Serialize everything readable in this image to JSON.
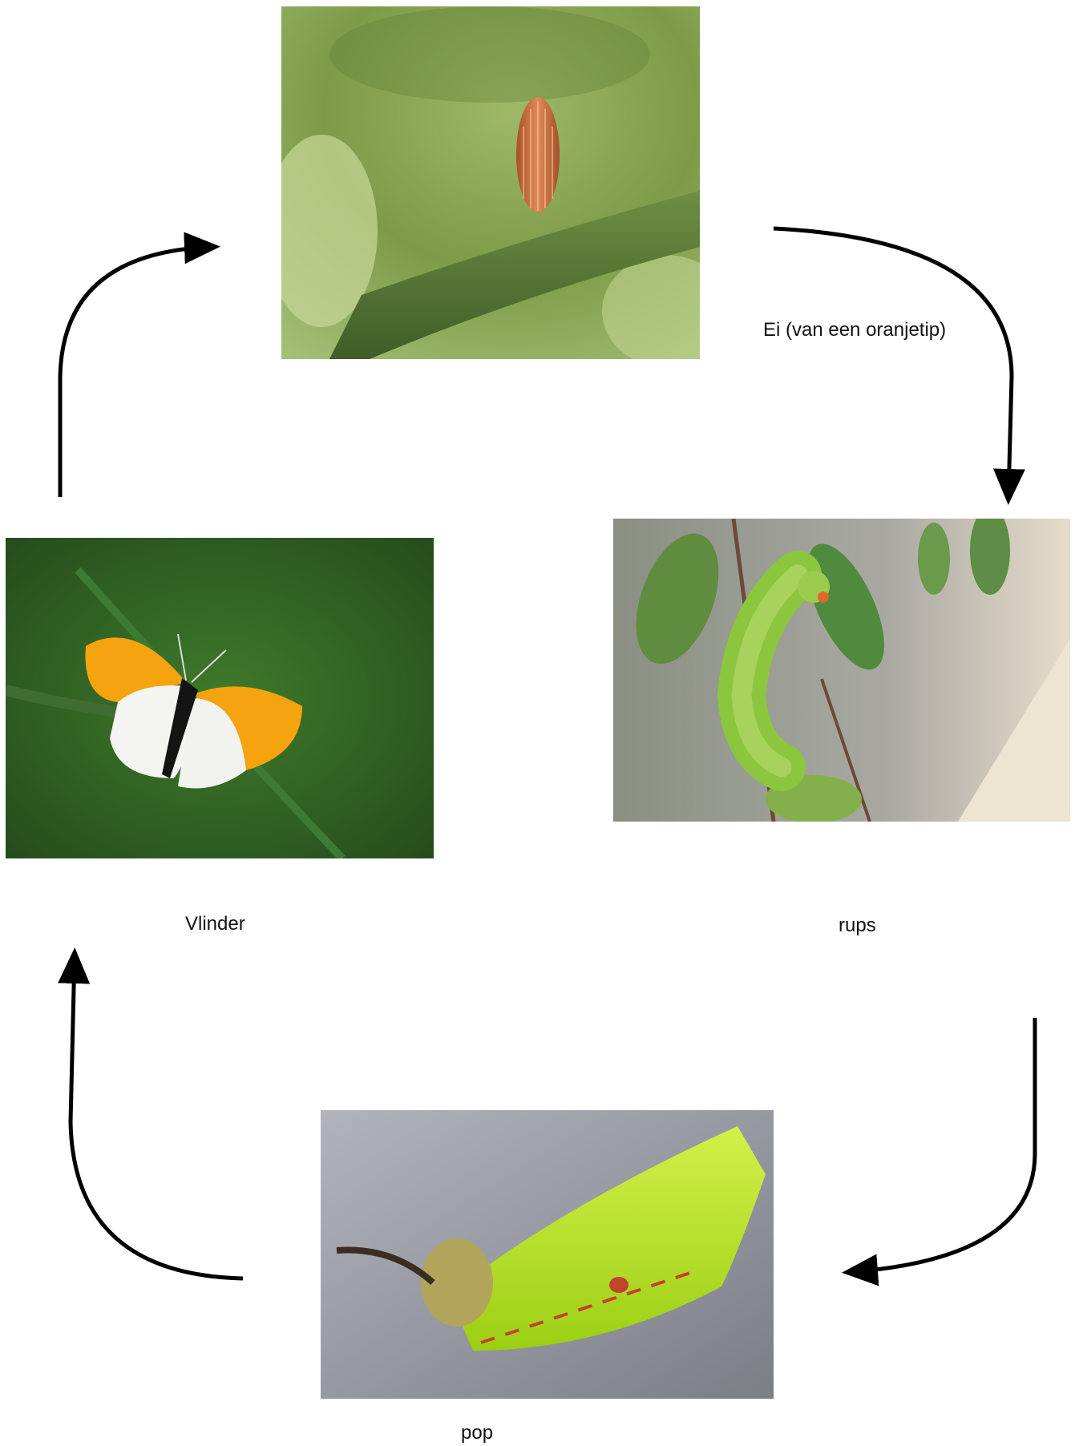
{
  "diagram": {
    "stages": [
      {
        "id": "egg",
        "label": "Ei (van een oranjetip)",
        "image": "butterfly-egg-on-stem-photo"
      },
      {
        "id": "caterpillar",
        "label": "rups",
        "image": "green-caterpillar-on-branch-photo"
      },
      {
        "id": "pupa",
        "label": "pop",
        "image": "green-pupa-photo"
      },
      {
        "id": "butterfly",
        "label": "Vlinder",
        "image": "orange-tip-butterfly-photo"
      }
    ],
    "arrow_color": "#000000",
    "accent_colors": {
      "egg": "#c8703e",
      "caterpillar": "#8cc63f",
      "pupa": "#b5e61d",
      "butterfly": "#f5a30f"
    }
  }
}
